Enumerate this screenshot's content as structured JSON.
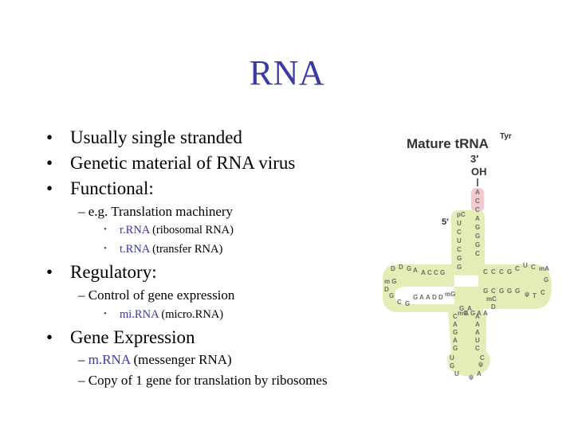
{
  "slide": {
    "title": "RNA",
    "bullets": [
      {
        "text": "Usually single stranded"
      },
      {
        "text": "Genetic material of RNA virus"
      },
      {
        "text": "Functional:"
      },
      {
        "text": "Regulatory:"
      },
      {
        "text": "Gene Expression"
      }
    ],
    "sub": {
      "translation": "– e.g. Translation machinery",
      "rrna_hl": "r.RNA",
      "rrna_rest": " (ribosomal RNA)",
      "trna_hl": "t.RNA",
      "trna_rest": " (transfer RNA)",
      "control": "– Control of gene expression",
      "mirna_hl": "mi.RNA",
      "mirna_rest": " (micro.RNA)",
      "mrna_dash": "– ",
      "mrna_hl": "m.RNA",
      "mrna_rest": " (messenger RNA)",
      "copy": "– Copy of 1 gene for translation by ribosomes"
    },
    "bullet_glyph": "•",
    "small_bullet_glyph": "•"
  },
  "figure": {
    "title": "Mature tRNA",
    "title_sup": "Tyr",
    "end_label": "3′",
    "end_oh": "OH",
    "five_prime": "5′",
    "acceptor_3": [
      "A",
      "C",
      "C",
      "A",
      "G",
      "G",
      "G",
      "C"
    ],
    "acceptor_5": [
      "pC",
      "U",
      "C",
      "U",
      "C",
      "G",
      "G"
    ],
    "d_loop": [
      "m G",
      "D",
      "D",
      "G",
      "A",
      "A",
      "C",
      "C",
      "G",
      "mG",
      "D",
      "D",
      "A",
      "A",
      "G",
      "G",
      "C",
      "G",
      "D"
    ],
    "t_loop": [
      "C",
      "C",
      "C",
      "G",
      "C",
      "U",
      "C",
      "mA",
      "G",
      "C",
      "T",
      "ψ",
      "G",
      "G",
      "G",
      "C",
      "G",
      "mC",
      "D"
    ],
    "anticodon": [
      "C",
      "A",
      "G",
      "A",
      "G",
      "A",
      "A",
      "A",
      "U",
      "C",
      "U",
      "C",
      "ψ",
      "A",
      "ψ",
      "U",
      "G",
      "A",
      "A",
      "mG",
      "G",
      "A",
      "G",
      "A"
    ],
    "colors": {
      "accent": "#3a3aa6",
      "loop_fill": "#e6ecb5",
      "acceptor_fill": "#f4c9cf",
      "base_text": "#6b6b6b"
    }
  }
}
